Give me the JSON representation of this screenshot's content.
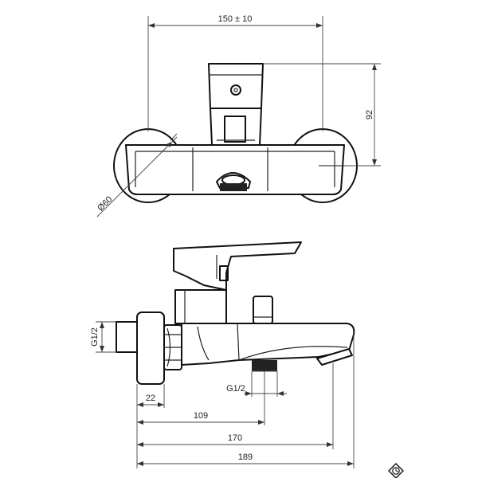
{
  "dimensions": {
    "top_width": "150 ± 10",
    "top_height": "92",
    "diameter": "Ø60",
    "side_thread_left": "G1/2",
    "side_thread_outlet": "G1/2",
    "side_22": "22",
    "side_109": "109",
    "side_170": "170",
    "side_189": "189"
  },
  "logo": {
    "icon": "clock-logo-icon"
  }
}
